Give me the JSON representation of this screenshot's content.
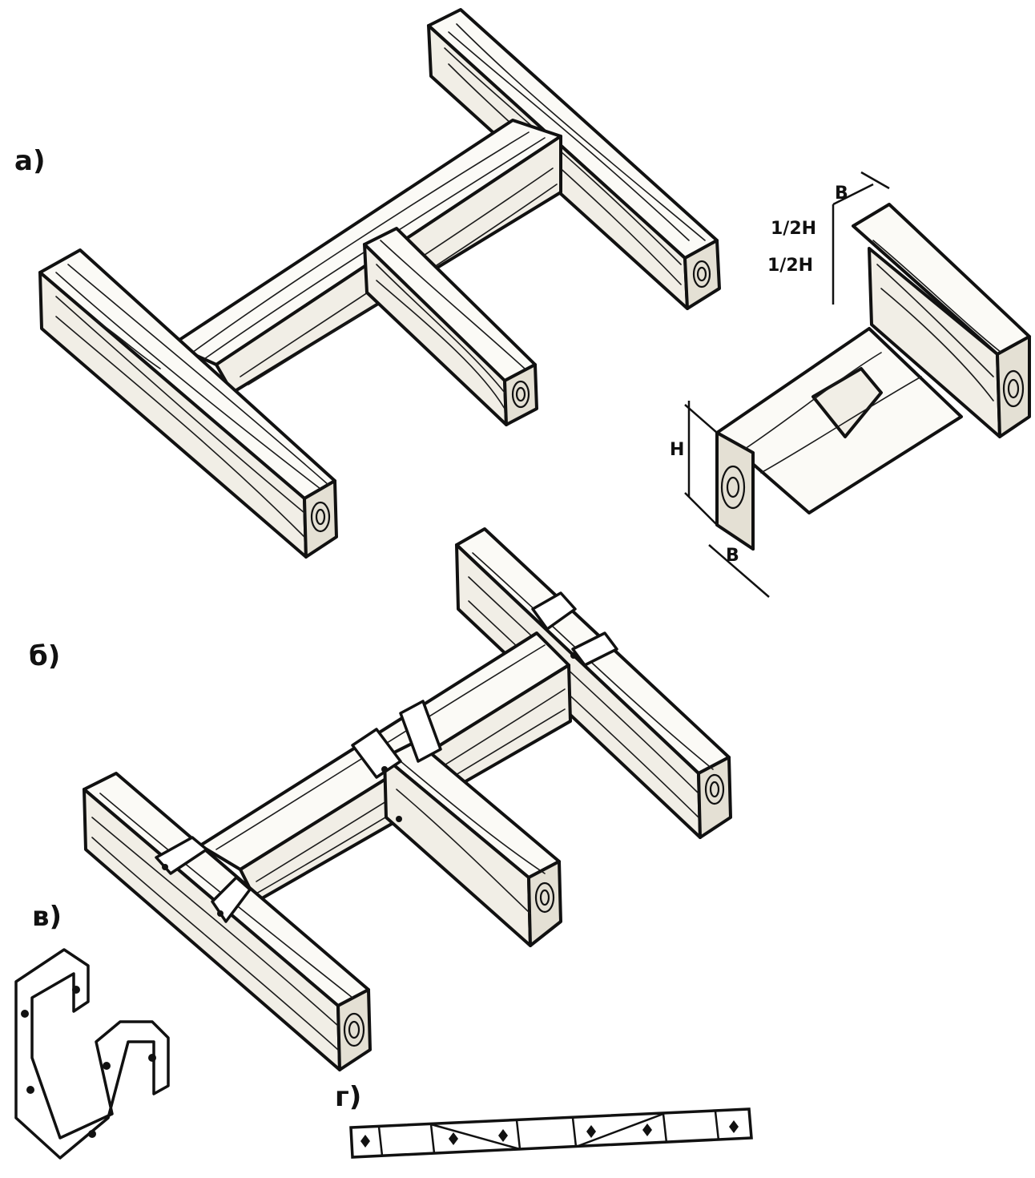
{
  "labels": {
    "a": "а)",
    "b": "б)",
    "v": "в)",
    "g": "г)"
  },
  "dimensions": {
    "half_h_1": "1/2H",
    "half_h_2": "1/2H",
    "h": "H",
    "b_top": "B",
    "b_bottom": "B"
  },
  "colors": {
    "ink": "#111111",
    "paper": "#ffffff"
  },
  "icons": {
    "strap": "u-strap-icon",
    "plate": "perforated-plate-icon"
  }
}
